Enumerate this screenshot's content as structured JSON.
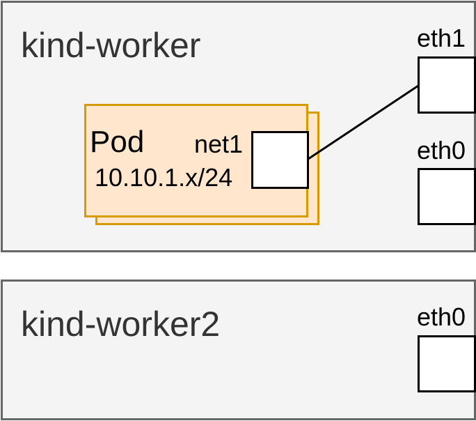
{
  "nodes": [
    {
      "name": "kind-worker",
      "interfaces": [
        "eth1",
        "eth0"
      ]
    },
    {
      "name": "kind-worker2",
      "interfaces": [
        "eth0"
      ]
    }
  ],
  "pod": {
    "title": "Pod",
    "ip": "10.10.1.x/24",
    "interface": "net1"
  },
  "colors": {
    "node_fill": "#f4f4f4",
    "node_border": "#666666",
    "pod_fill": "#ffe6cc",
    "pod_border": "#d79b00"
  }
}
